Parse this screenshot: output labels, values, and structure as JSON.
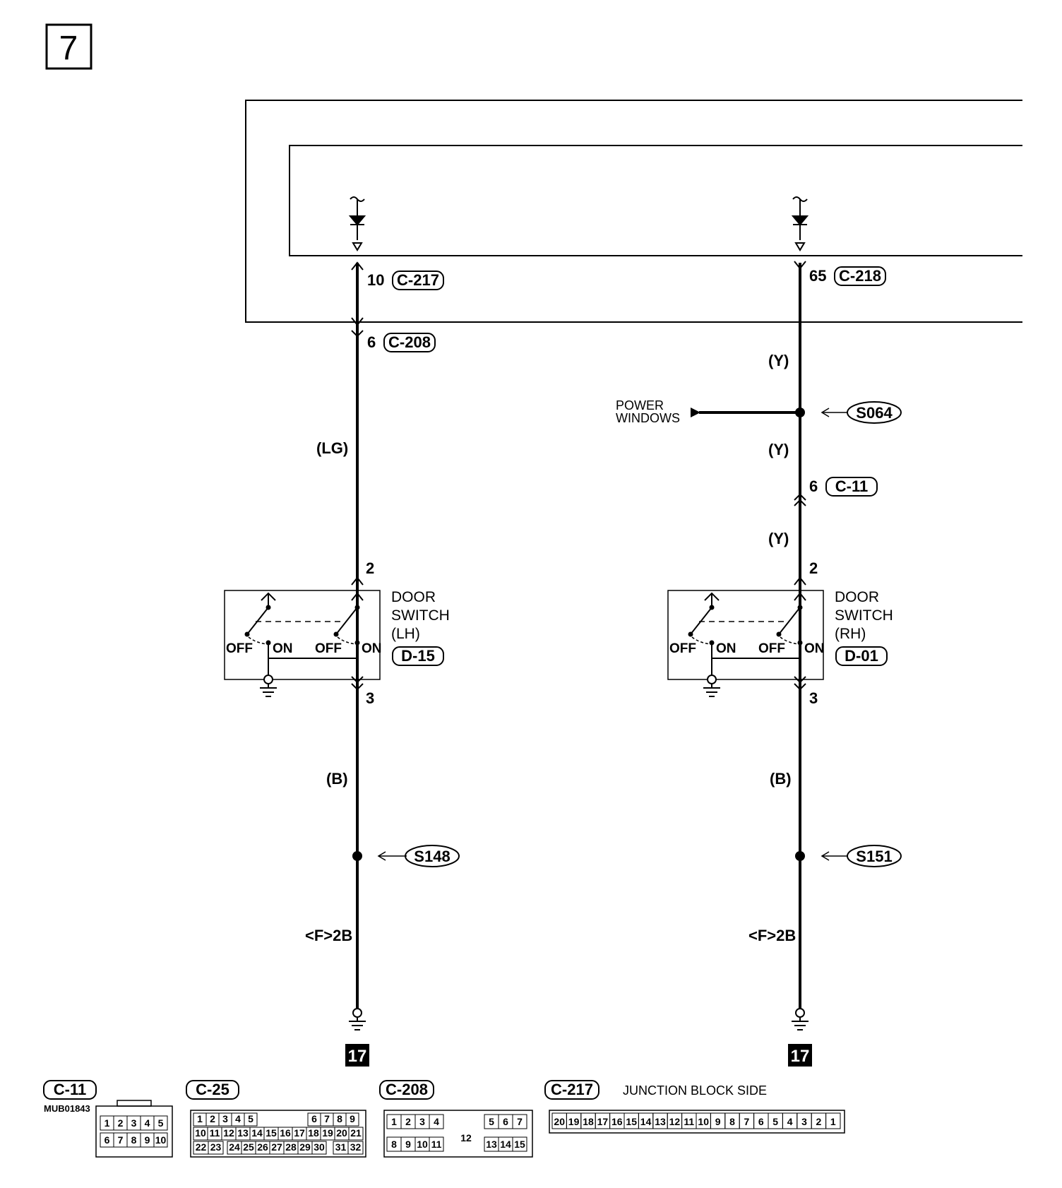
{
  "page_number": "7",
  "left_circuit": {
    "pin_top": "10",
    "conn_top": "C-217",
    "pin_mid": "6",
    "conn_mid": "C-208",
    "wire_color_1": "(LG)",
    "switch_pin_in": "2",
    "switch_pin_out": "3",
    "switch_name_1": "DOOR",
    "switch_name_2": "SWITCH",
    "switch_side": "(LH)",
    "switch_conn": "D-15",
    "off_a": "OFF",
    "on_a": "ON",
    "off_b": "OFF",
    "on_b": "ON",
    "wire_color_2": "(B)",
    "splice": "S148",
    "ground_ref": "<F>2B",
    "ground_num": "17"
  },
  "right_circuit": {
    "pin_top": "65",
    "conn_top": "C-218",
    "wire_color_1": "(Y)",
    "branch_label_1": "POWER",
    "branch_label_2": "WINDOWS",
    "splice_top": "S064",
    "wire_color_2": "(Y)",
    "pin_mid": "6",
    "conn_mid": "C-11",
    "wire_color_3": "(Y)",
    "switch_pin_in": "2",
    "switch_pin_out": "3",
    "switch_name_1": "DOOR",
    "switch_name_2": "SWITCH",
    "switch_side": "(RH)",
    "switch_conn": "D-01",
    "off_a": "OFF",
    "on_a": "ON",
    "off_b": "OFF",
    "on_b": "ON",
    "wire_color_4": "(B)",
    "splice": "S151",
    "ground_ref": "<F>2B",
    "ground_num": "17"
  },
  "connector_views": {
    "c11": {
      "label": "C-11",
      "code": "MUB01843",
      "row1": [
        "1",
        "2",
        "3",
        "4",
        "5"
      ],
      "row2": [
        "6",
        "7",
        "8",
        "9",
        "10"
      ]
    },
    "c25": {
      "label": "C-25",
      "row1": [
        "1",
        "2",
        "3",
        "4",
        "5",
        "6",
        "7",
        "8",
        "9"
      ],
      "row2": [
        "10",
        "11",
        "12",
        "13",
        "14",
        "15",
        "16",
        "17",
        "18",
        "19",
        "20",
        "21"
      ],
      "row3": [
        "22",
        "23",
        "24",
        "25",
        "26",
        "27",
        "28",
        "29",
        "30",
        "31",
        "32"
      ]
    },
    "c208": {
      "label": "C-208",
      "row1_left": [
        "1",
        "2",
        "3",
        "4"
      ],
      "row1_right": [
        "5",
        "6",
        "7"
      ],
      "row2_left": [
        "8",
        "9",
        "10",
        "11"
      ],
      "center": "12",
      "row2_right": [
        "13",
        "14",
        "15"
      ]
    },
    "c217": {
      "label": "C-217",
      "caption": "JUNCTION BLOCK SIDE",
      "cells": [
        "20",
        "19",
        "18",
        "17",
        "16",
        "15",
        "14",
        "13",
        "12",
        "11",
        "10",
        "9",
        "8",
        "7",
        "6",
        "5",
        "4",
        "3",
        "2",
        "1"
      ]
    }
  }
}
